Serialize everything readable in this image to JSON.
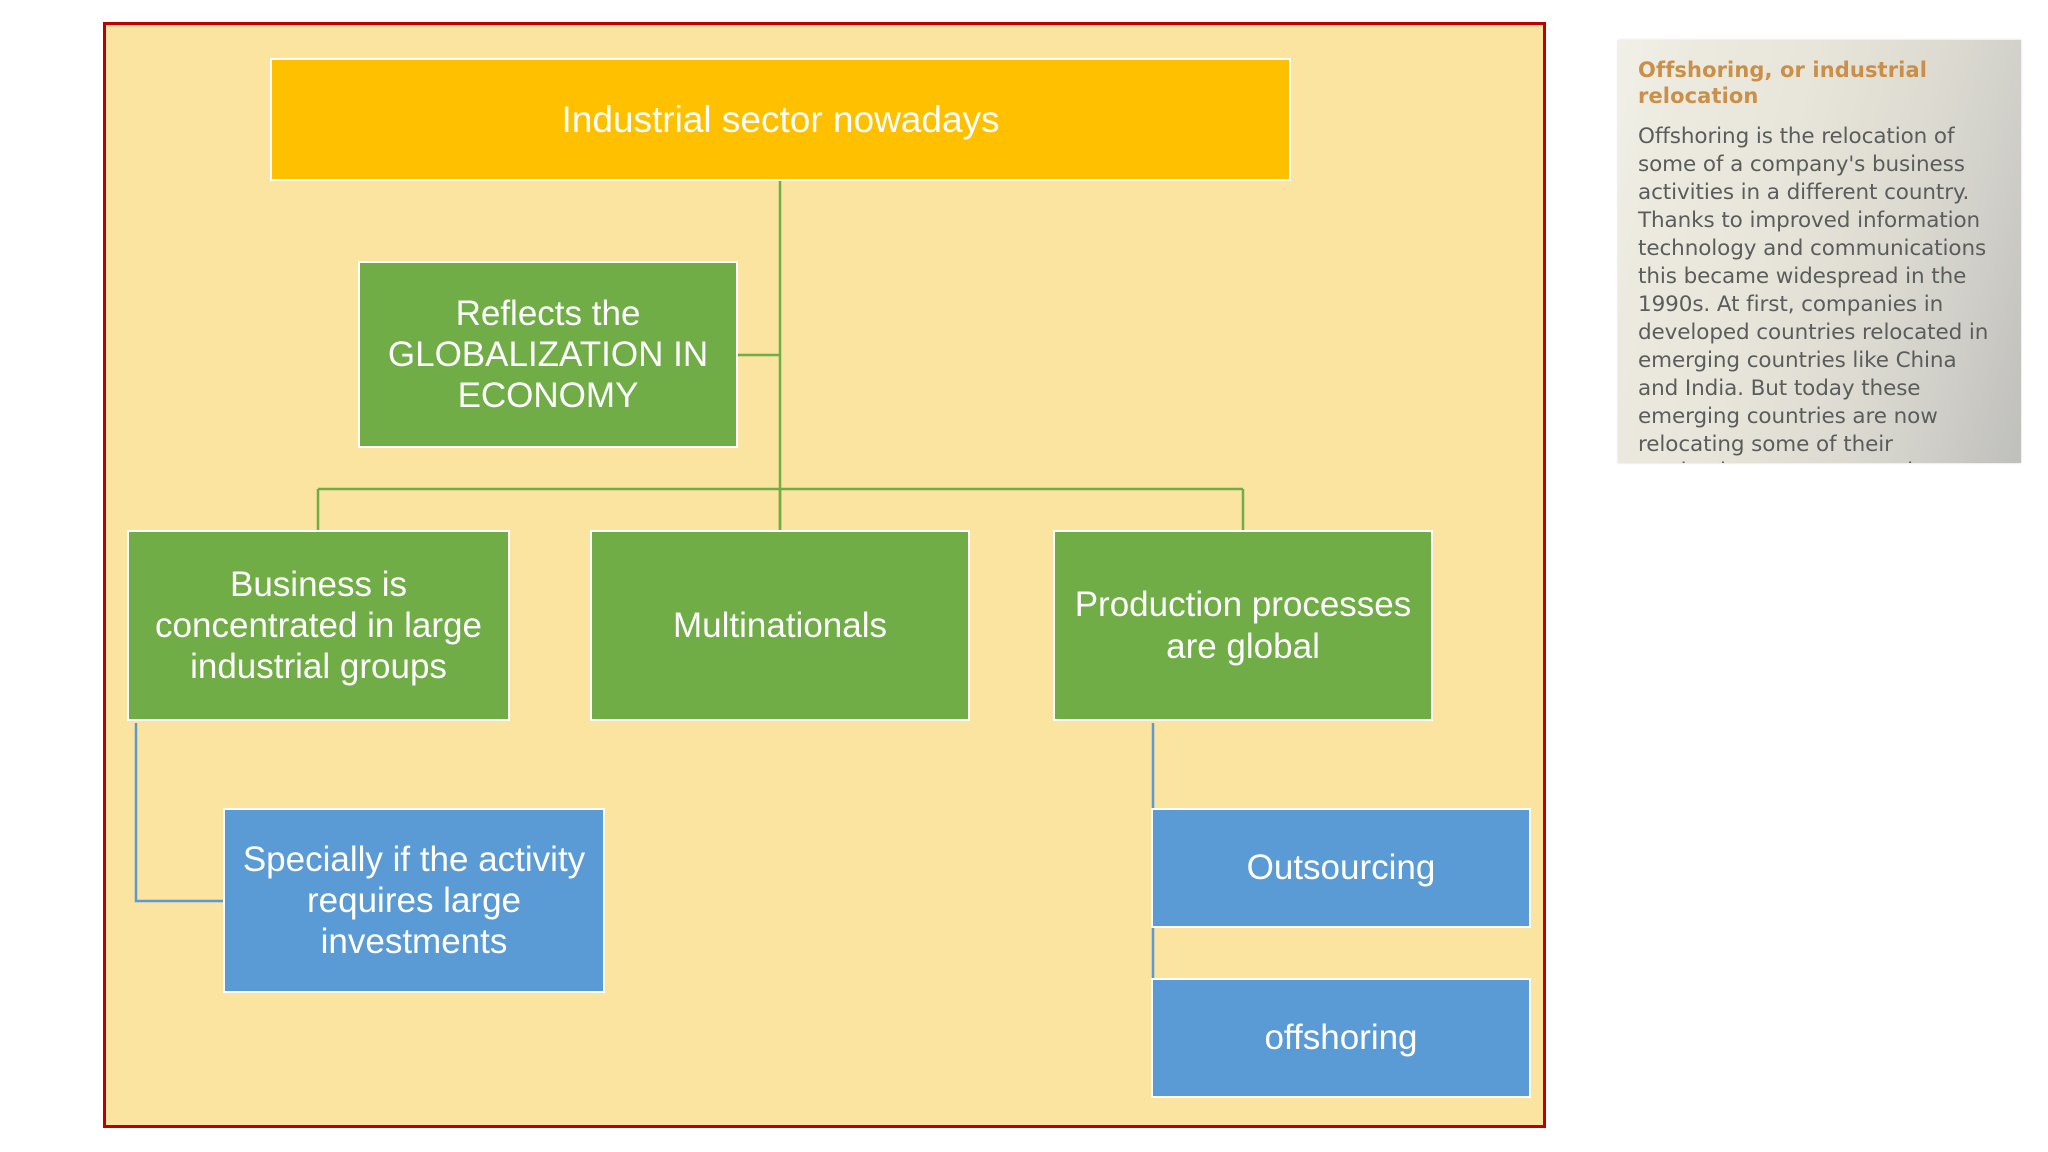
{
  "slide": {
    "panel_background": "#fbe3a0",
    "panel_border_color": "#c00000",
    "colors": {
      "root": "#ffc000",
      "level1": "#70ad47",
      "level2": "#5b9bd5",
      "connector_green": "#70ad47",
      "connector_blue": "#5b9bd5"
    }
  },
  "diagram": {
    "type": "org-chart",
    "root": {
      "label": "Industrial sector nowadays"
    },
    "branch": {
      "label": "Reflects the\nGLOBALIZATION IN\nECONOMY"
    },
    "children": [
      {
        "label": "Business is concentrated in large industrial groups"
      },
      {
        "label": "Multinationals"
      },
      {
        "label": "Production processes are global"
      }
    ],
    "leaves": [
      {
        "label": "Specially if the activity requires large investments"
      },
      {
        "label": "Outsourcing"
      },
      {
        "label": "offshoring"
      }
    ]
  },
  "textbook": {
    "heading": "Offshoring, or industrial relocation",
    "body": "Offshoring is the relocation of some of a company's business activities in a different country. Thanks to improved information technology and communications this became widespread in the 1990s. At first, companies in developed countries relocated in emerging countries like China and India. But today these emerging countries are now relocating some of their production to new emerging countries like Indonesia."
  }
}
